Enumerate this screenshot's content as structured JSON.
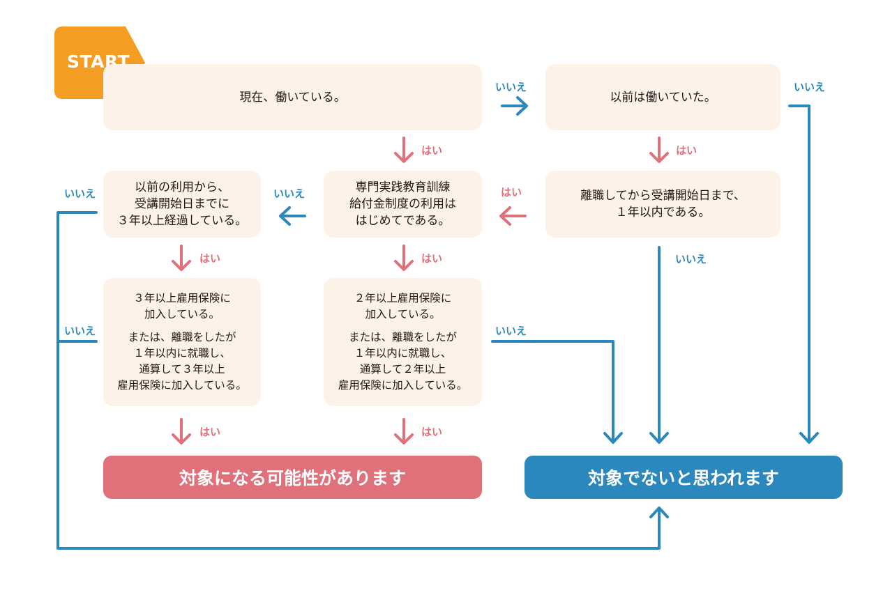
{
  "start_label": "START",
  "colors": {
    "start": "#f59c22",
    "yes": "#e07079",
    "no": "#2a88bd",
    "box": "#fdf2e8"
  },
  "nodes": {
    "currently_working": {
      "lines": [
        "現在、働いている。"
      ]
    },
    "previously_worked": {
      "lines": [
        "以前は働いていた。"
      ]
    },
    "within_one_year": {
      "lines": [
        "離職してから受講開始日まで、",
        "１年以内である。"
      ]
    },
    "first_time_use": {
      "lines": [
        "専門実践教育訓練",
        "給付金制度の利用は",
        "はじめてである。"
      ]
    },
    "three_years_since": {
      "lines": [
        "以前の利用から、",
        "受講開始日までに",
        "３年以上経過している。"
      ]
    },
    "insured_2_years": {
      "para1": [
        "２年以上雇用保険に",
        "加入している。"
      ],
      "para2": [
        "または、離職をしたが",
        "１年以内に就職し、",
        "通算して２年以上",
        "雇用保険に加入している。"
      ]
    },
    "insured_3_years": {
      "para1": [
        "３年以上雇用保険に",
        "加入している。"
      ],
      "para2": [
        "または、離職をしたが",
        "１年以内に就職し、",
        "通算して３年以上",
        "雇用保険に加入している。"
      ]
    }
  },
  "results": {
    "eligible": "対象になる可能性があります",
    "not_eligible": "対象でないと思われます"
  },
  "labels": {
    "yes": "はい",
    "no": "いいえ"
  }
}
